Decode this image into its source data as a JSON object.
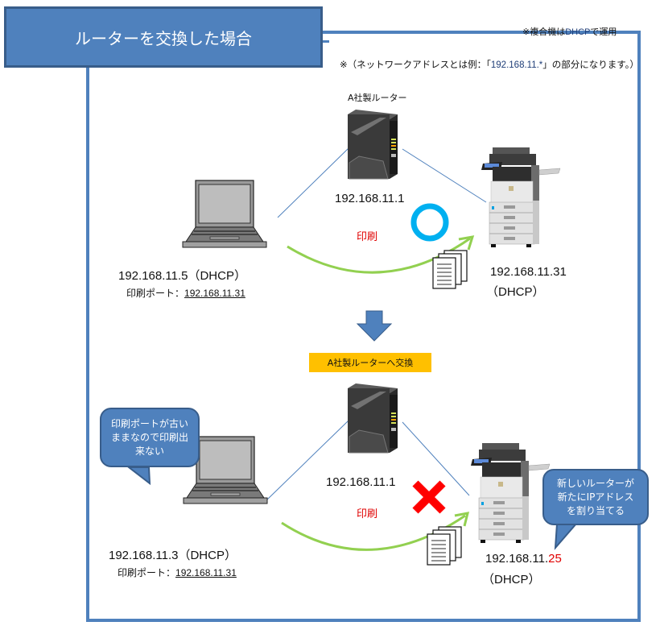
{
  "title": "ルーターを交換した場合",
  "notes": {
    "mfp_note_prefix": "※複合機は",
    "mfp_note_dhcp": "DHCP",
    "mfp_note_suffix": "で運用",
    "network_note_prefix": "※（ネットワークアドレスとは例：「",
    "network_note_addr": "192.168.11.*",
    "network_note_suffix": "」の部分になります。）"
  },
  "before": {
    "router_label": "A社製ルーター",
    "router_ip": "192.168.11.1",
    "print_label": "印刷",
    "status_symbol": "ok-circle",
    "pc_ip": "192.168.11.5（DHCP）",
    "pc_port_label": "印刷ポート：",
    "pc_port_value": "192.168.11.31",
    "mfp_ip": "192.168.11.31",
    "mfp_mode": "（DHCP）"
  },
  "transition": {
    "banner": "A社製ルーターへ交換"
  },
  "after": {
    "router_ip": "192.168.11.1",
    "print_label": "印刷",
    "status_symbol": "fail-cross",
    "pc_ip": "192.168.11.3（DHCP）",
    "pc_port_label": "印刷ポート：",
    "pc_port_value": "192.168.11.31",
    "mfp_ip_prefix": "192.168.11.",
    "mfp_ip_changed": "25",
    "mfp_mode": "（DHCP）",
    "pc_bubble": "印刷ポートが古いままなので印刷出来ない",
    "mfp_bubble": "新しいルーターが新たにIPアドレスを割り当てる"
  },
  "colors": {
    "frame": "#4f81bd",
    "ok": "#00b0f0",
    "fail": "#ff0000",
    "arrow": "#92d050",
    "banner": "#ffc000",
    "changed_octet": "#e00000"
  }
}
